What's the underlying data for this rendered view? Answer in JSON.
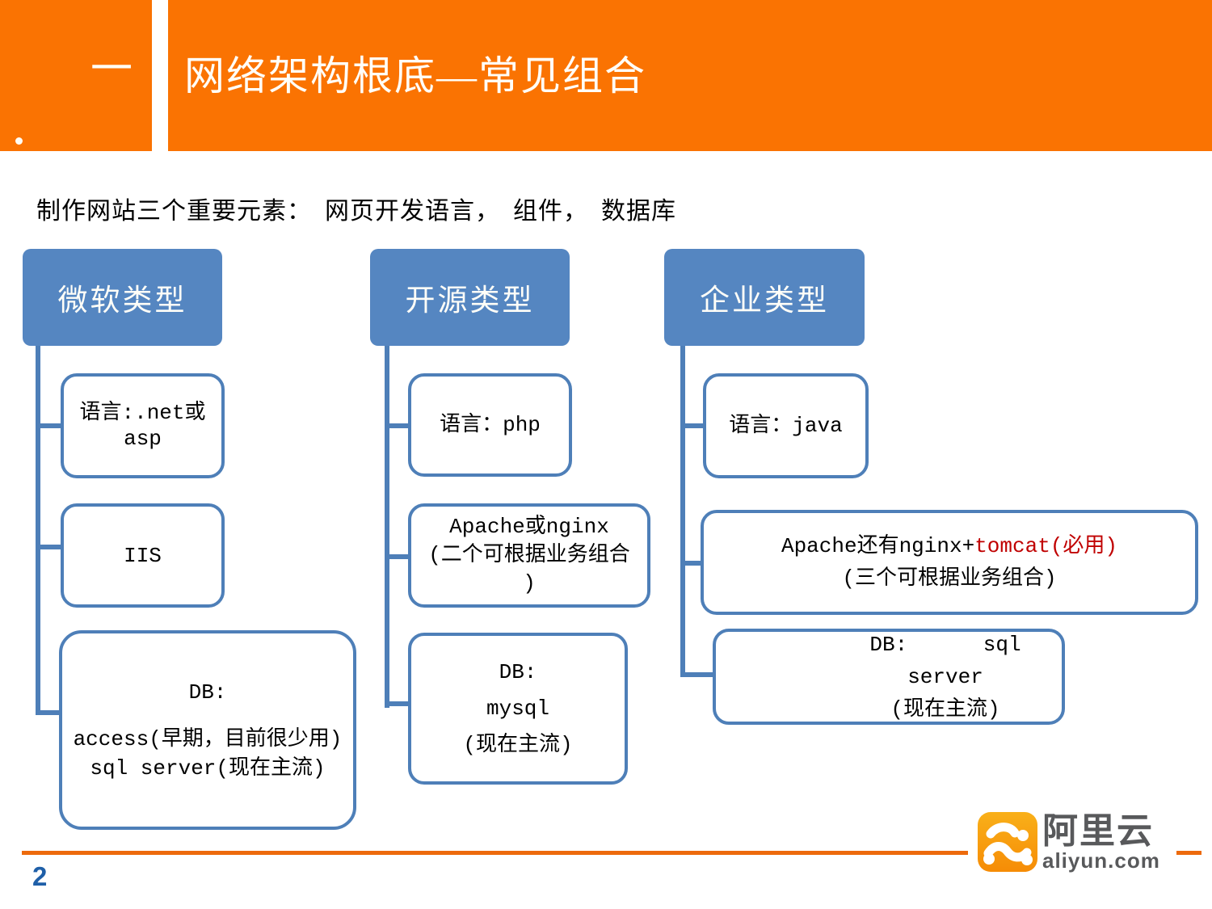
{
  "header": {
    "section_number": "一",
    "title": "网络架构根底—常见组合",
    "subtitle": "制作网站三个重要元素：　网页开发语言，　组件，　数据库"
  },
  "diagram": {
    "columns": [
      {
        "header": "微软类型",
        "children": [
          {
            "lines": [
              "语言:.net或",
              "asp"
            ]
          },
          {
            "lines": [
              "IIS"
            ]
          },
          {
            "lines": [
              "DB:",
              "access(早期，目前很少用)",
              "sql server(现在主流)"
            ]
          }
        ]
      },
      {
        "header": "开源类型",
        "children": [
          {
            "lines": [
              "语言：php"
            ]
          },
          {
            "lines": [
              "Apache或nginx",
              "(二个可根据业务组合",
              ")"
            ]
          },
          {
            "lines": [
              "DB:",
              "mysql",
              "(现在主流)"
            ]
          }
        ]
      },
      {
        "header": "企业类型",
        "children": [
          {
            "lines": [
              "语言：java"
            ]
          },
          {
            "line1_black": "Apache还有nginx+",
            "line1_red": "tomcat(必用)",
            "line2": "(三个可根据业务组合)"
          },
          {
            "lines": [
              "DB:      sql server",
              "(现在主流)"
            ]
          }
        ]
      }
    ]
  },
  "footer": {
    "page_number": "2",
    "logo": {
      "brand": "阿里云",
      "domain": "aliyun.com",
      "icon": "cloud-icon"
    }
  },
  "colors": {
    "banner_orange": "#fa7302",
    "node_fill_blue": "#5586c1",
    "node_border_blue": "#4e7fb8",
    "highlight_red": "#c00000",
    "footer_line_orange": "#ed6a0c",
    "page_number_blue": "#1f5fa8",
    "logo_orange": "#f68c06",
    "logo_text_gray": "#58595b"
  }
}
